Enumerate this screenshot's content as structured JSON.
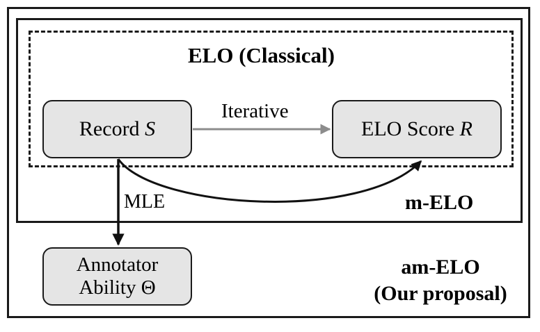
{
  "diagram": {
    "regions": {
      "classical_title": "ELO (Classical)",
      "m_elo_label": "m-ELO",
      "am_elo_label": "am-ELO",
      "am_elo_sublabel": "(Our proposal)"
    },
    "nodes": {
      "record": {
        "text": "Record ",
        "var": "S"
      },
      "elo_score": {
        "text": "ELO Score ",
        "var": "R"
      },
      "annotator": {
        "line1": "Annotator",
        "line2": "Ability Θ"
      }
    },
    "edges": {
      "iterative": "Iterative",
      "mle": "MLE"
    },
    "colors": {
      "node_fill": "#e5e5e5",
      "border": "#1a1a1a",
      "iterative_arrow": "#8c8c8c"
    }
  }
}
